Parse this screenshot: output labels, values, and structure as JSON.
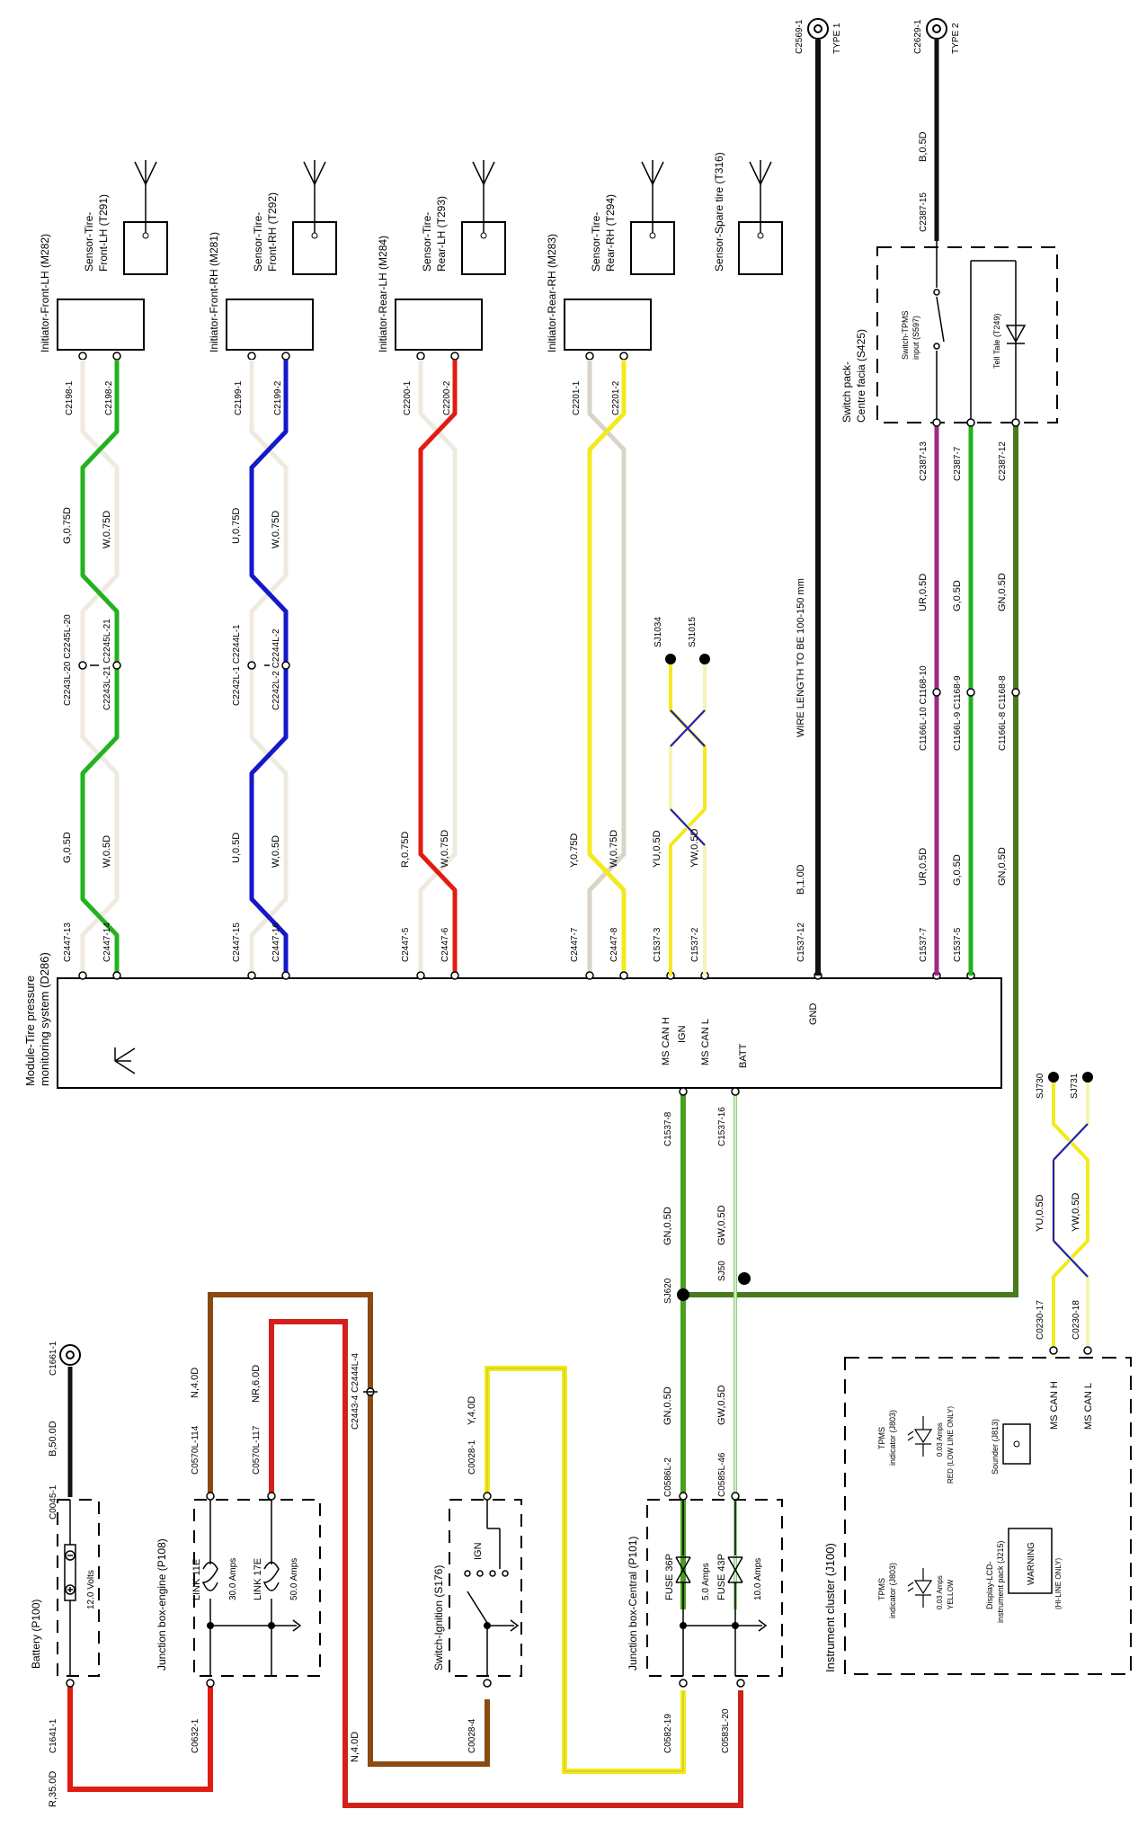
{
  "colors": {
    "green": "#22b21f",
    "blue": "#1419c8",
    "red": "#e01c12",
    "yellow": "#f2ea1e",
    "black": "#111111",
    "purple": "#9b2a86",
    "dark_green": "#4a7a1e",
    "brown": "#8a4a10",
    "white_wire": "#d9d6b8"
  },
  "module": {
    "title_line1": "Module-Tire pressure",
    "title_line2": "monitoring system (D286)",
    "pins": [
      "MS CAN H",
      "IGN",
      "MS CAN L",
      "BATT",
      "GND"
    ]
  },
  "initiators": [
    {
      "name": "Initiator-Front-LH (M282)",
      "c1": "C2198-1",
      "c2": "C2198-2"
    },
    {
      "name": "Initiator-Front-RH (M281)",
      "c1": "C2199-1",
      "c2": "C2199-2"
    },
    {
      "name": "Initiator-Rear-LH (M284)",
      "c1": "C2200-1",
      "c2": "C2200-2"
    },
    {
      "name": "Initiator-Rear-RH (M283)",
      "c1": "C2201-1",
      "c2": "C2201-2"
    }
  ],
  "sensors": [
    {
      "line1": "Sensor-Tire-",
      "line2": "Front-LH (T291)"
    },
    {
      "line1": "Sensor-Tire-",
      "line2": "Front-RH (T292)"
    },
    {
      "line1": "Sensor-Tire-",
      "line2": "Rear-LH (T293)"
    },
    {
      "line1": "Sensor-Tire-",
      "line2": "Rear-RH (T294)"
    },
    {
      "line1": "Sensor-Spare tire (T316)",
      "line2": ""
    }
  ],
  "upper_wires": [
    {
      "a": "G,0.75D",
      "b": "W,0.75D",
      "mid1": "C2243L-20 C2245L-20",
      "mid2": "C2243L-21 C2245L-21",
      "lo_a": "G,0.5D",
      "lo_b": "W,0.5D",
      "c1": "C2447-13",
      "c2": "C2447-14"
    },
    {
      "a": "U,0.75D",
      "b": "W,0.75D",
      "mid1": "C2242L-1 C2244L-1",
      "mid2": "C2242L-2 C2244L-2",
      "lo_a": "U,0.5D",
      "lo_b": "W,0.5D",
      "c1": "C2447-15",
      "c2": "C2447-16"
    },
    {
      "a": "",
      "b": "",
      "mid1": "",
      "mid2": "",
      "lo_a": "R,0.75D",
      "lo_b": "W,0.75D",
      "c1": "C2447-5",
      "c2": "C2447-6"
    },
    {
      "a": "",
      "b": "",
      "mid1": "",
      "mid2": "",
      "lo_a": "Y,0.75D",
      "lo_b": "W,0.75D",
      "c1": "C2447-7",
      "c2": "C2447-8"
    }
  ],
  "can_upper": {
    "sj1": "SJ1034",
    "sj2": "SJ1015",
    "w1": "YU,0.5D",
    "w2": "YW,0.5D",
    "c1": "C1537-3",
    "c2": "C1537-2"
  },
  "gnd": {
    "note": "WIRE LENGTH TO BE 100-150 mm",
    "wire": "B,1.0D",
    "conn": "C1537-12",
    "top": "C2569-1",
    "type": "TYPE 1"
  },
  "switch_pack": {
    "title1": "Switch pack-",
    "title2": "Centre facia (S425)",
    "sw1": "Switch-TPMS",
    "sw2": "input (S597)",
    "tell": "Tell Tale (T249)",
    "top_conn": "C2629-1",
    "top_type": "TYPE 2",
    "top_wire": "B,0.5D",
    "top_pin": "C2387-15",
    "p13": "C2387-13",
    "p7": "C2387-7",
    "p12": "C2387-12",
    "w_ur": "UR,0.5D",
    "w_g": "G,0.5D",
    "w_gn": "GN,0.5D",
    "m10": "C1166L-10 C1168-10",
    "m9": "C1166L-9 C1168-9",
    "m8": "C1166L-8 C1168-8",
    "l_ur": "UR,0.5D",
    "l_g": "G,0.5D",
    "l_gn": "GN,0.5D",
    "c7": "C1537-7",
    "c5": "C1537-5"
  },
  "lower": {
    "c8": "C1537-8",
    "c16": "C1537-16",
    "gn_wire": "GN,0.5D",
    "gw_wire": "GW,0.5D",
    "sj620": "SJ620",
    "sj50": "SJ50",
    "gn2": "GN,0.5D",
    "gw2": "GW,0.5D",
    "c586_2": "C0586L-2",
    "c586_46": "C0585L-46",
    "sj730": "SJ730",
    "sj731": "SJ731",
    "yu": "YU,0.5D",
    "yw": "YW,0.5D",
    "c230_17": "C0230-17",
    "c230_18": "C0230-18"
  },
  "battery": {
    "title": "Battery (P100)",
    "volts": "12.0 Volts",
    "c1661": "C1661-1",
    "wire": "B,50.0D",
    "c0045": "C0045-1",
    "c1641": "C1641-1",
    "r": "R,35.0D"
  },
  "jb_engine": {
    "title": "Junction box-engine (P108)",
    "l1": "LINK 11E",
    "a1": "30.0 Amps",
    "l2": "LINK 17E",
    "a2": "50.0 Amps",
    "c114": "C0570L-114",
    "c117": "C0570L-117",
    "c632": "C0632-1",
    "n4": "N,4.0D",
    "nr6": "NR,6.0D",
    "c2443": "C2443-4 C2444L-4",
    "n4b": "N,4.0D"
  },
  "ignition": {
    "title": "Switch-Ignition (S176)",
    "ign": "IGN",
    "c1": "C0028-1",
    "c4": "C0028-4",
    "y4": "Y,4.0D"
  },
  "jb_central": {
    "title": "Junction box-Central (P101)",
    "f1": "FUSE 36P",
    "a1": "5.0 Amps",
    "f2": "FUSE 43P",
    "a2": "10.0 Amps",
    "c19": "C0582-19",
    "c20": "C0583L-20"
  },
  "cluster": {
    "title": "Instrument cluster (J100)",
    "tpms1_1": "TPMS",
    "tpms1_2": "indicator (J803)",
    "tpms1_a": "0.03 Amps",
    "tpms1_c": "RED (LOW LINE ONLY)",
    "tpms2_1": "TPMS",
    "tpms2_2": "indicator (J803)",
    "tpms2_a": "0.03 Amps",
    "tpms2_c": "YELLOW",
    "sounder": "Sounder (J813)",
    "lcd1": "Display-LCD-",
    "lcd2": "instrument pack (J215)",
    "lcd3": "(HI-LINE ONLY)",
    "warning": "WARNING",
    "canh": "MS CAN H",
    "canl": "MS CAN L"
  }
}
